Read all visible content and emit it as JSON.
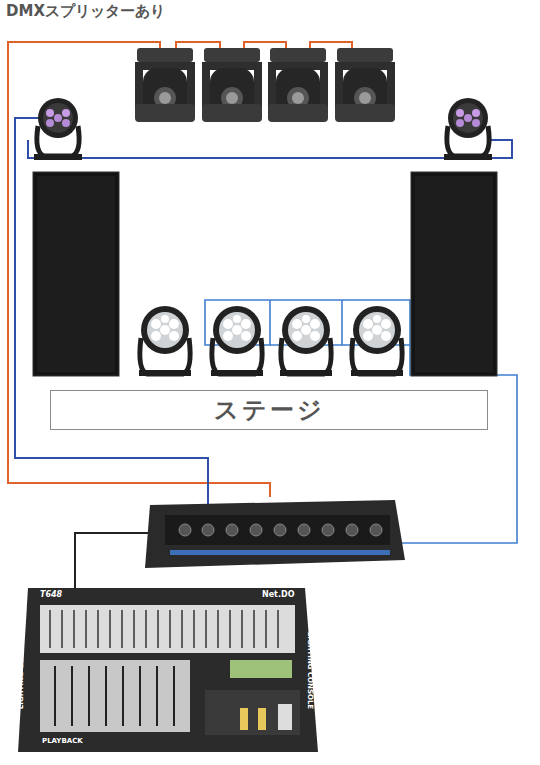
{
  "diagram": {
    "title": "DMXスプリッターあり",
    "nodes": [
      {
        "text": [
          "ステージ"
        ]
      }
    ],
    "labels": [
      "T648",
      "Net.DO",
      "LIGHTING CONSOLE",
      "LIGHTING CONSOLE",
      "PLAYBACK"
    ]
  }
}
